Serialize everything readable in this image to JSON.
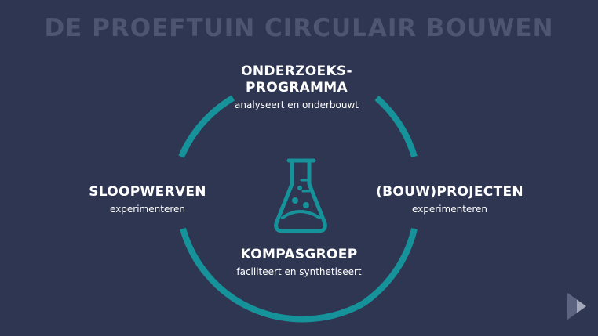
{
  "title": "DE PROEFTUIN CIRCULAIR BOUWEN",
  "nodes": {
    "top": {
      "head_line1": "ONDERZOEKS-",
      "head_line2": "PROGRAMMA",
      "sub": "analyseert en onderbouwt"
    },
    "left": {
      "head": "SLOOPWERVEN",
      "sub": "experimenteren"
    },
    "right": {
      "head": "(BOUW)PROJECTEN",
      "sub": "experimenteren"
    },
    "bottom": {
      "head": "KOMPASGROEP",
      "sub": "faciliteert en synthetiseert"
    }
  },
  "icons": {
    "center": "flask-icon",
    "corner": "brand-logo-icon"
  },
  "colors": {
    "background": "#2f3651",
    "ring": "#16929a",
    "title": "#4d5571",
    "text": "#ffffff"
  }
}
